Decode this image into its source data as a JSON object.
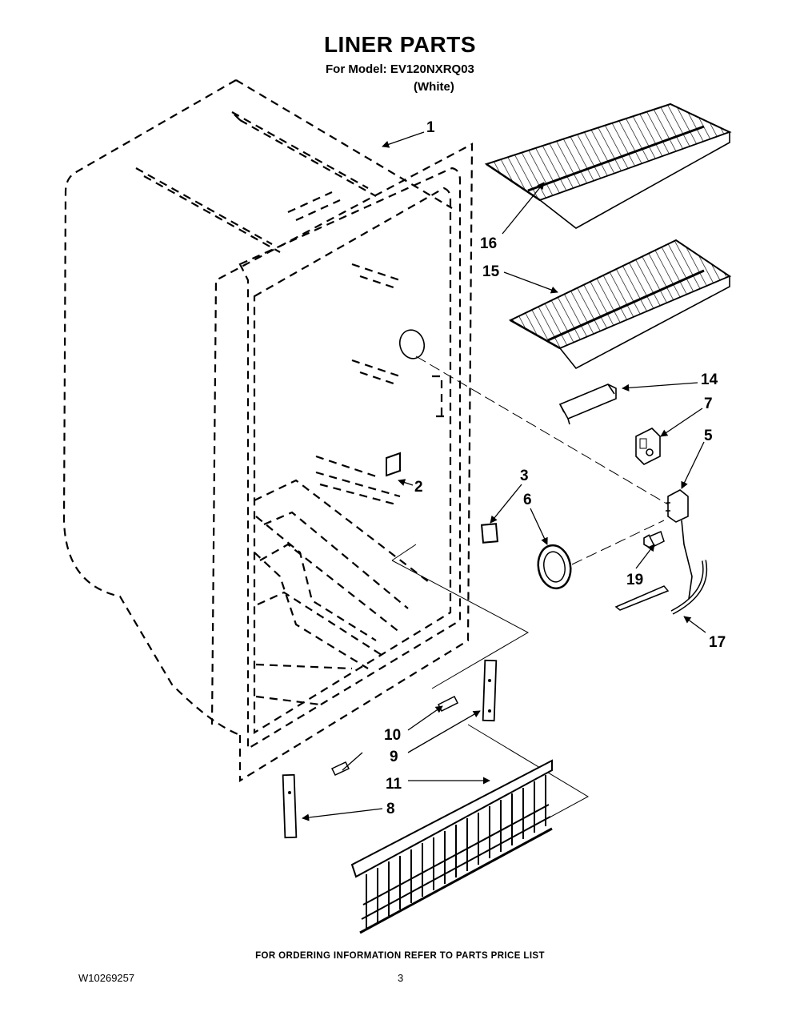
{
  "header": {
    "title": "LINER PARTS",
    "model_line": "For Model: EV120NXRQ03",
    "color_line": "(White)"
  },
  "callouts": {
    "c1": "1",
    "c2": "2",
    "c3": "3",
    "c5": "5",
    "c6": "6",
    "c7": "7",
    "c8": "8",
    "c9": "9",
    "c10": "10",
    "c11": "11",
    "c14": "14",
    "c15": "15",
    "c16": "16",
    "c17": "17",
    "c19": "19"
  },
  "footer": {
    "ordering_note": "FOR ORDERING INFORMATION REFER TO PARTS PRICE LIST",
    "document_number": "W10269257",
    "page_number": "3"
  }
}
